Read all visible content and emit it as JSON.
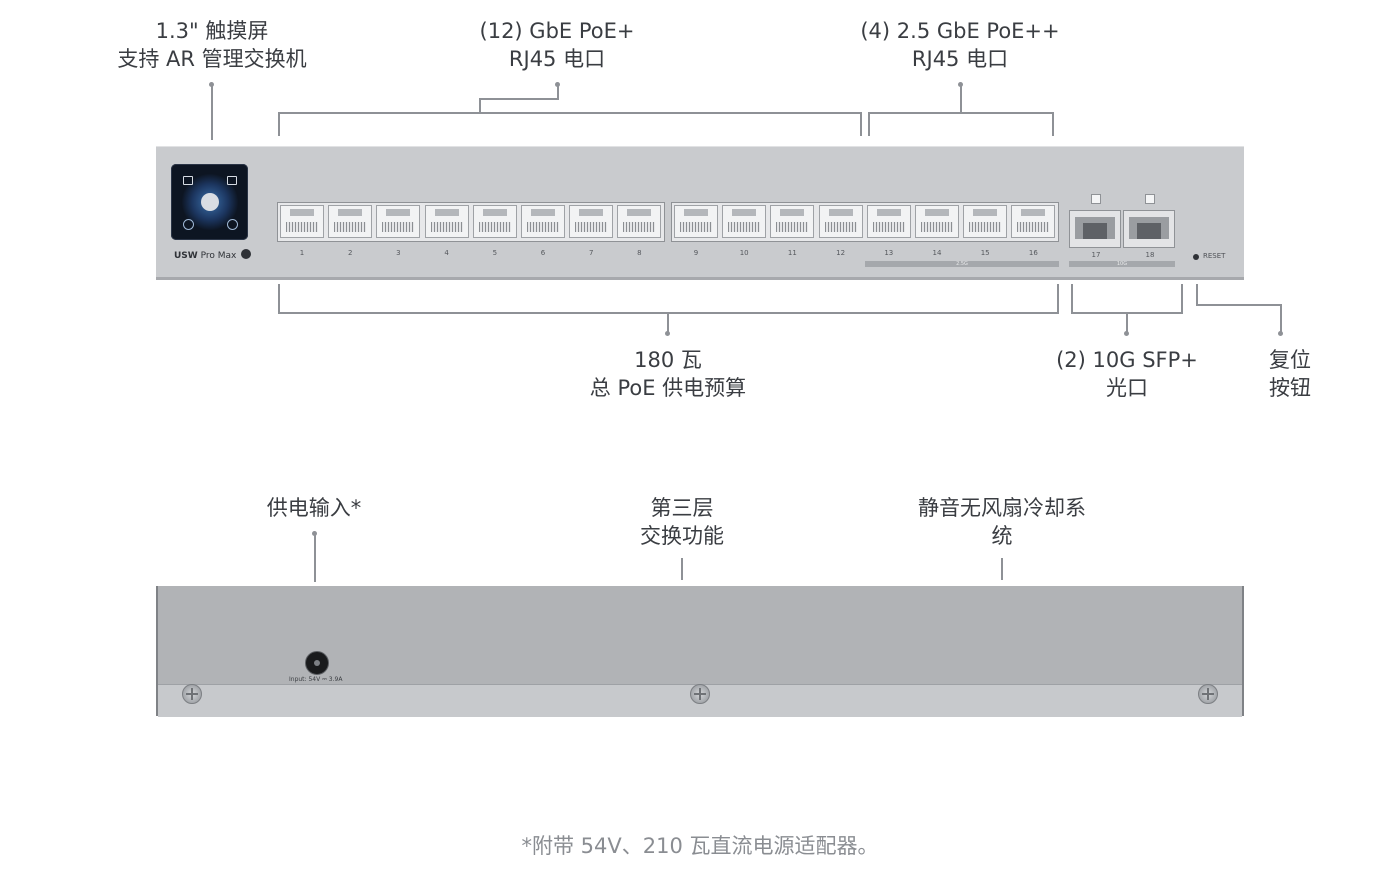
{
  "callouts": {
    "touchscreen": [
      "1.3\" 触摸屏",
      "支持 AR 管理交换机"
    ],
    "gbe_poe": [
      "(12) GbE PoE+",
      "RJ45 电口"
    ],
    "poe_2_5": [
      "(4) 2.5 GbE PoE++",
      "RJ45 电口"
    ],
    "poe_budget": [
      "180 瓦",
      "总 PoE 供电预算"
    ],
    "sfp": [
      "(2) 10G SFP+",
      "光口"
    ],
    "reset": [
      "复位",
      "按钮"
    ],
    "power_input": [
      "供电输入*"
    ],
    "layer3": [
      "第三层",
      "交换功能"
    ],
    "fanless": [
      "静音无风扇冷却系",
      "统"
    ]
  },
  "device": {
    "model_brand": "USW",
    "model_name": "Pro Max",
    "port_labels": [
      "1",
      "2",
      "3",
      "4",
      "5",
      "6",
      "7",
      "8",
      "9",
      "10",
      "11",
      "12",
      "13",
      "14",
      "15",
      "16"
    ],
    "sfp_labels": [
      "17",
      "18"
    ],
    "speed_label_25g": "2.5G",
    "speed_label_10g": "10G",
    "reset_label": "RESET",
    "power_spec": "Input: 54V ⎓ 3.9A"
  },
  "footnote": "*附带 54V、210 瓦直流电源适配器。"
}
